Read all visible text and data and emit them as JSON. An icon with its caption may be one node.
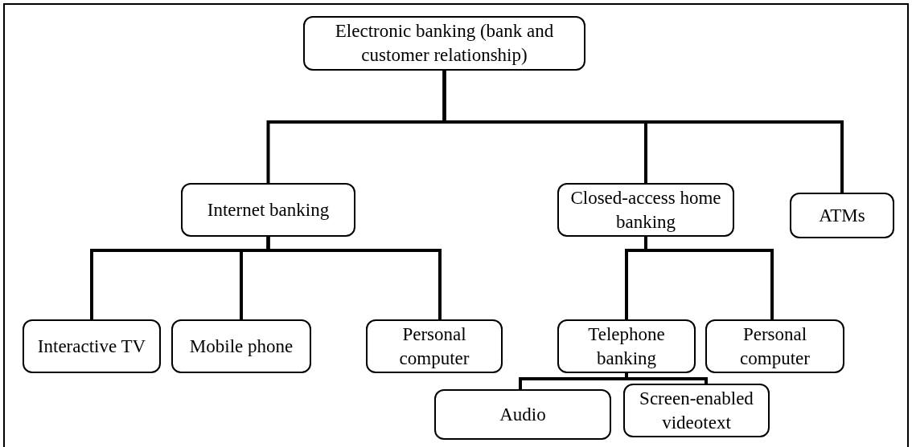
{
  "diagram": {
    "nodes": [
      {
        "text": [
          "Electronic banking (bank and customer relationship)"
        ]
      },
      {
        "text": [
          "Internet banking"
        ]
      },
      {
        "text": [
          "Closed-access home banking"
        ]
      },
      {
        "text": [
          "ATMs"
        ]
      },
      {
        "text": [
          "Interactive TV"
        ]
      },
      {
        "text": [
          "Mobile phone"
        ]
      },
      {
        "text": [
          "Personal computer"
        ]
      },
      {
        "text": [
          "Telephone banking"
        ]
      },
      {
        "text": [
          "Personal computer"
        ]
      },
      {
        "text": [
          "Audio"
        ]
      },
      {
        "text": [
          "Screen-enabled videotext"
        ]
      }
    ],
    "edges": [
      {
        "from": 0,
        "to": 1,
        "arrow": "none"
      },
      {
        "from": 0,
        "to": 2,
        "arrow": "none"
      },
      {
        "from": 0,
        "to": 3,
        "arrow": "none"
      },
      {
        "from": 1,
        "to": 4,
        "arrow": "none"
      },
      {
        "from": 1,
        "to": 5,
        "arrow": "none"
      },
      {
        "from": 1,
        "to": 6,
        "arrow": "none"
      },
      {
        "from": 2,
        "to": 7,
        "arrow": "none"
      },
      {
        "from": 2,
        "to": 8,
        "arrow": "none"
      },
      {
        "from": 7,
        "to": 9,
        "arrow": "none"
      },
      {
        "from": 7,
        "to": 10,
        "arrow": "none"
      }
    ]
  }
}
